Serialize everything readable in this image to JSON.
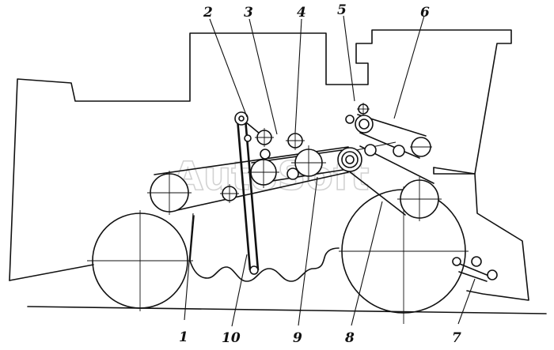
{
  "watermark": "AutoSoft",
  "labels": [
    {
      "id": "1",
      "text": "1"
    },
    {
      "id": "2",
      "text": "2"
    },
    {
      "id": "3",
      "text": "3"
    },
    {
      "id": "4",
      "text": "4"
    },
    {
      "id": "5",
      "text": "5"
    },
    {
      "id": "6",
      "text": "6"
    },
    {
      "id": "7",
      "text": "7"
    },
    {
      "id": "8",
      "text": "8"
    },
    {
      "id": "9",
      "text": "9"
    },
    {
      "id": "10",
      "text": "10"
    }
  ]
}
